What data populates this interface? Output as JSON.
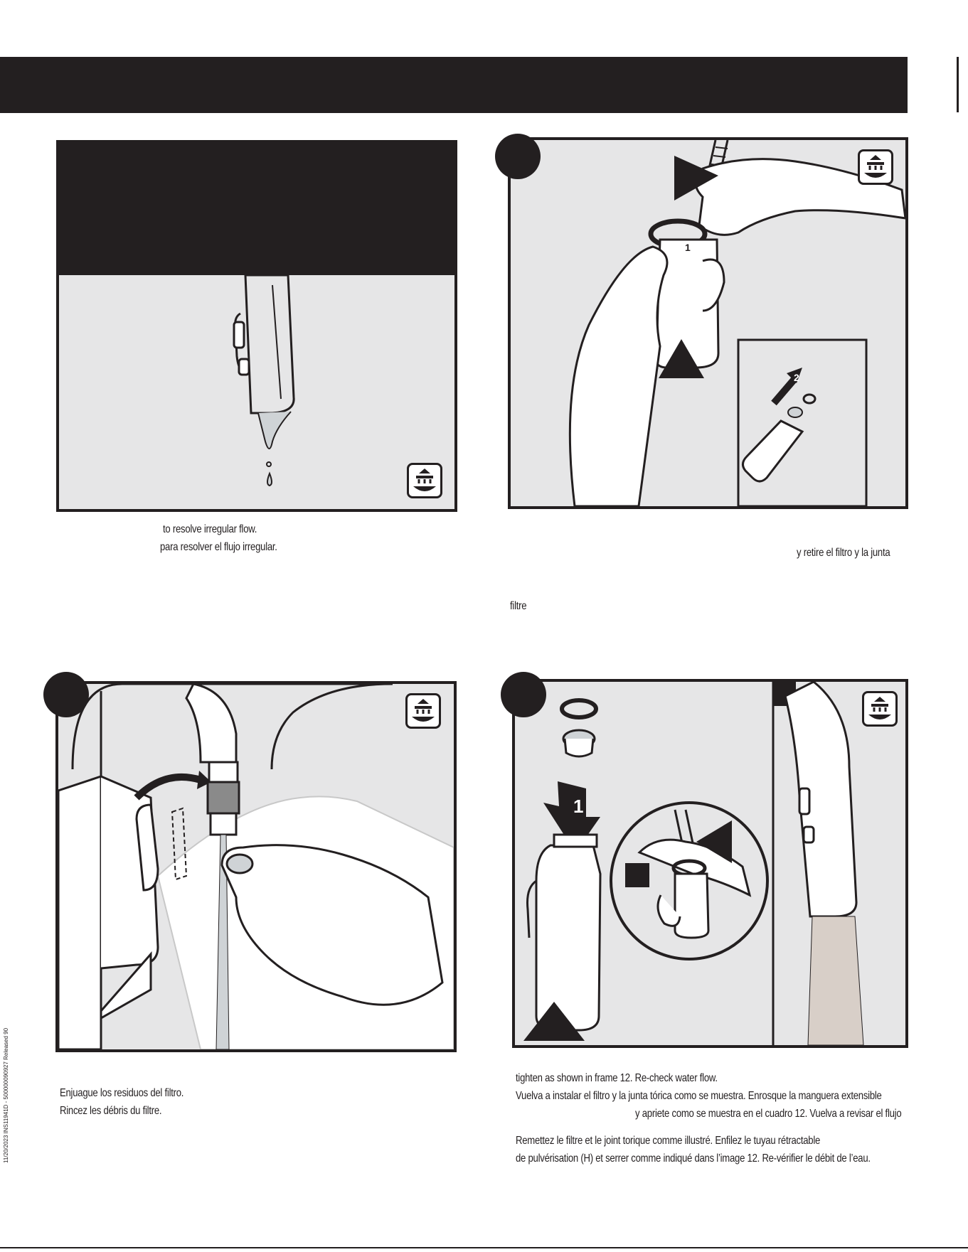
{
  "captions": {
    "p1_en": "to resolve irregular flow.",
    "p1_es": "para resolver el flujo irregular.",
    "p2_es": "y retire el filtro y la junta",
    "p2_fr": "filtre",
    "p3_es": "Enjuague los residuos del filtro.",
    "p3_fr": "Rincez les débris du filtre.",
    "p4_en": "tighten as shown in frame 12. Re-check water flow.",
    "p4_es1": "Vuelva a instalar el filtro y la junta tórica como se muestra. Enrosque la manguera extensible",
    "p4_es2": "y apriete como se muestra en el cuadro 12. Vuelva a revisar el flujo",
    "p4_fr1": "Remettez le filtre et le joint torique comme illustré. Enfilez le tuyau rétractable",
    "p4_fr2": "de pulvérisation (H) et serrer comme indiqué dans l’image 12. Re-vérifier le débit de l’eau."
  },
  "labels": {
    "step_1": "1",
    "inset_2": "2"
  },
  "side_code": "11/20/2023 INS11941D - 500000090927 Released 90",
  "colors": {
    "ink": "#231f20",
    "panel_bg": "#e6e6e7",
    "page_bg": "#ffffff"
  }
}
